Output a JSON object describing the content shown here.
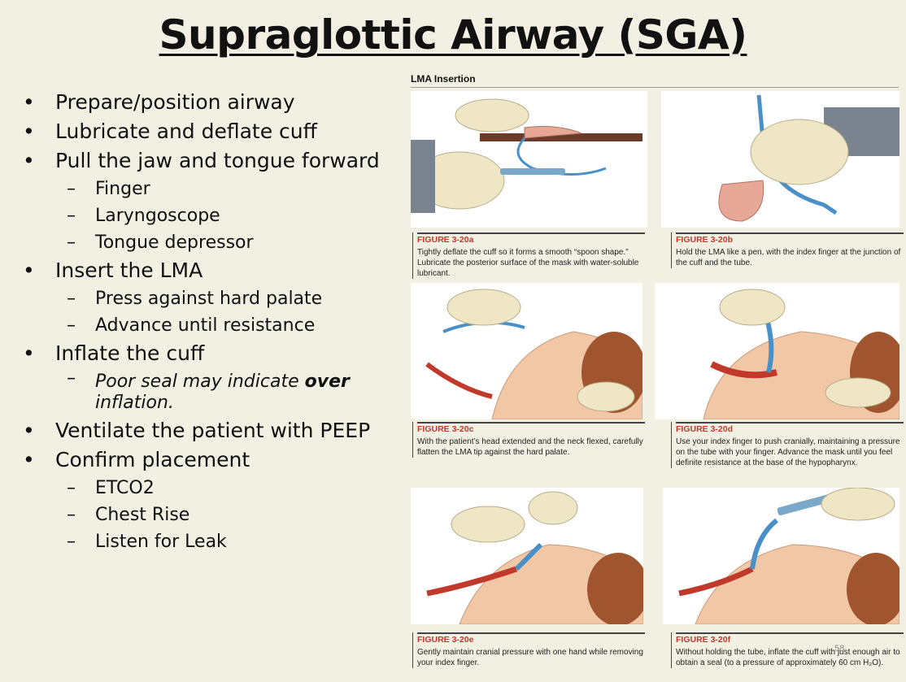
{
  "title": "Supraglottic Airway (SGA)",
  "bullets": {
    "prepare": "Prepare/position airway",
    "lubricate": "Lubricate and deflate cuff",
    "pull_jaw": "Pull the jaw and tongue forward",
    "finger": "Finger",
    "laryngoscope": "Laryngoscope",
    "tongue_depressor": "Tongue depressor",
    "insert": "Insert the LMA",
    "press": "Press against hard palate",
    "advance": "Advance until resistance",
    "inflate": "Inflate the cuff",
    "poor_seal_pre": "Poor seal may indicate ",
    "poor_seal_bold": "over",
    "poor_seal_post": "inflation.",
    "ventilate": "Ventilate the patient with PEEP",
    "confirm": "Confirm placement",
    "etco2": "ETCO2",
    "chest_rise": "Chest Rise",
    "listen": "Listen for Leak"
  },
  "panel": {
    "header": "LMA Insertion",
    "figures": [
      {
        "label": "FIGURE 3-20a",
        "text": "Tightly deflate the cuff so it forms a smooth “spoon shape.” Lubricate the posterior surface of the mask with water-soluble lubricant."
      },
      {
        "label": "FIGURE 3-20b",
        "text": "Hold the LMA like a pen, with the index finger at the junction of the cuff and the tube."
      },
      {
        "label": "FIGURE 3-20c",
        "text": "With the patient’s head extended and the neck flexed, carefully flatten the LMA tip against the hard palate."
      },
      {
        "label": "FIGURE 3-20d",
        "text": "Use your index finger to push cranially, maintaining a pressure on the tube with your finger. Advance the mask until you feel definite resistance at the base of the hypopharynx."
      },
      {
        "label": "FIGURE 3-20e",
        "text": "Gently maintain cranial pressure with one hand while removing your index finger."
      },
      {
        "label": "FIGURE 3-20f",
        "text": "Without holding the tube, inflate the cuff with just enough air to obtain a seal (to a pressure of approximately 60 cm H₂O)."
      }
    ]
  },
  "page_number": "58",
  "colors": {
    "background": "#f1f0e2",
    "figure_label": "#c0392b",
    "tube": "#4a90c8",
    "cuff": "#e8a898",
    "glove": "#efe6c6",
    "skin": "#f2c7a6"
  }
}
